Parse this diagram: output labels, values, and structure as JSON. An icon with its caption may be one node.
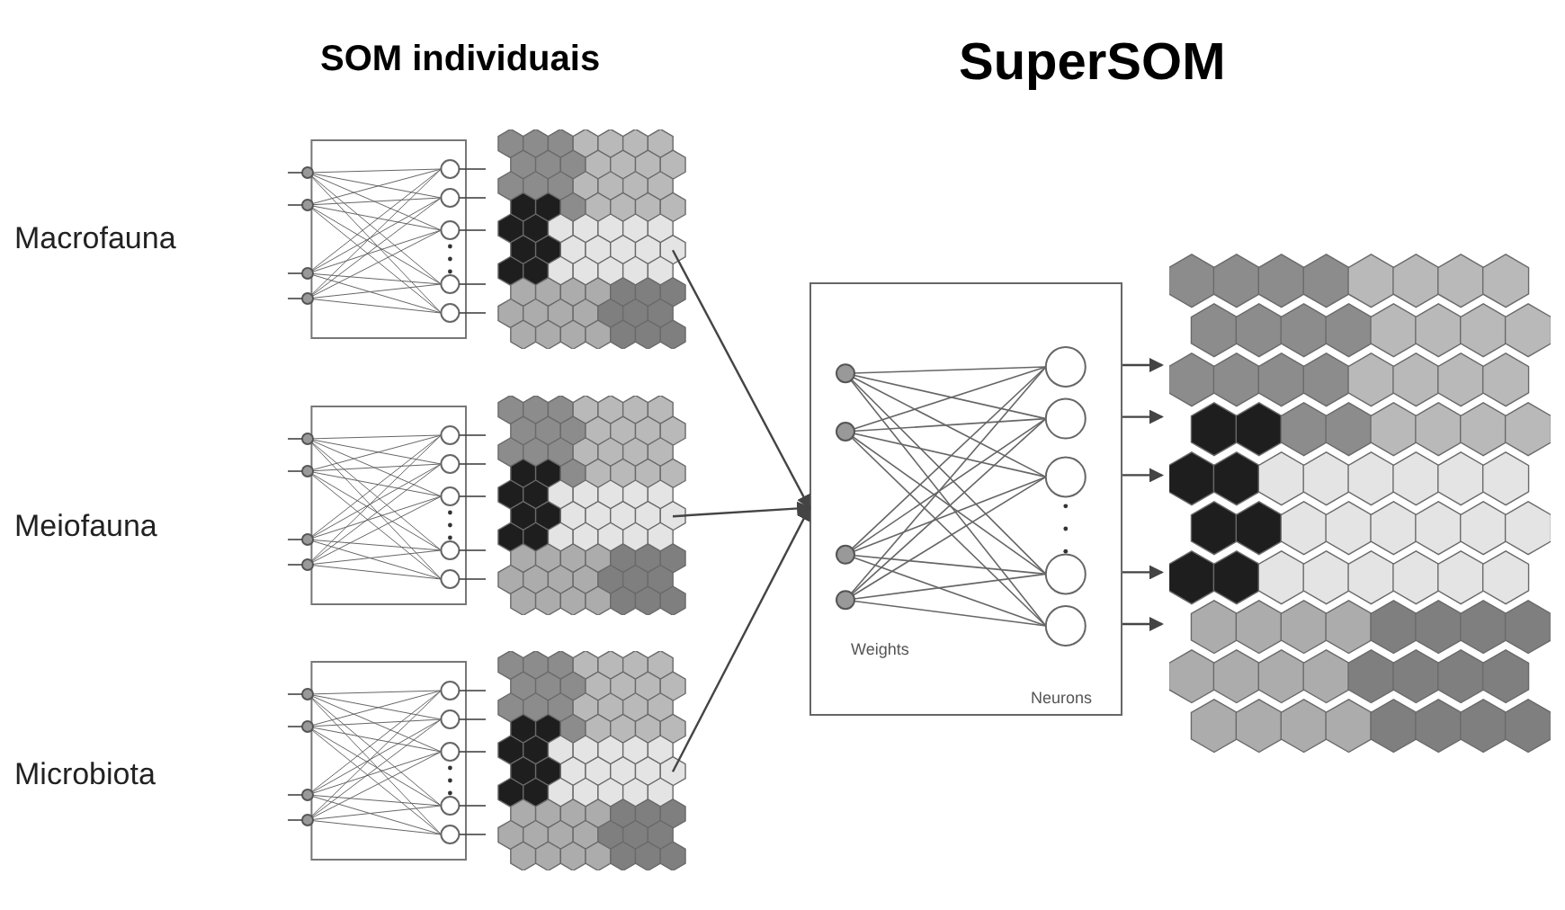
{
  "diagram": {
    "nodes": [
      {
        "text": [],
        "shape": "picture"
      },
      {
        "text": [],
        "shape": "picture"
      },
      {
        "text": [],
        "shape": "picture"
      },
      {
        "text": [
          "Weights",
          "Neurons"
        ]
      },
      {
        "text": [],
        "shape": "picture"
      }
    ],
    "edges": [
      {
        "from": 0,
        "to": 3,
        "arrow": "to"
      },
      {
        "from": 1,
        "to": 3,
        "arrow": "to"
      },
      {
        "from": 2,
        "to": 3,
        "arrow": "to"
      },
      {
        "from": 3,
        "to": 4,
        "arrow": "to"
      },
      {
        "from": 3,
        "to": 4,
        "arrow": "to"
      },
      {
        "from": 3,
        "to": 4,
        "arrow": "to"
      },
      {
        "from": 3,
        "to": 4,
        "arrow": "to"
      },
      {
        "from": 3,
        "to": 4,
        "arrow": "to"
      }
    ],
    "labels": [
      "SOM individuais",
      "SuperSOM",
      "Macrofauna",
      "Meiofauna",
      "Microbiota"
    ]
  }
}
